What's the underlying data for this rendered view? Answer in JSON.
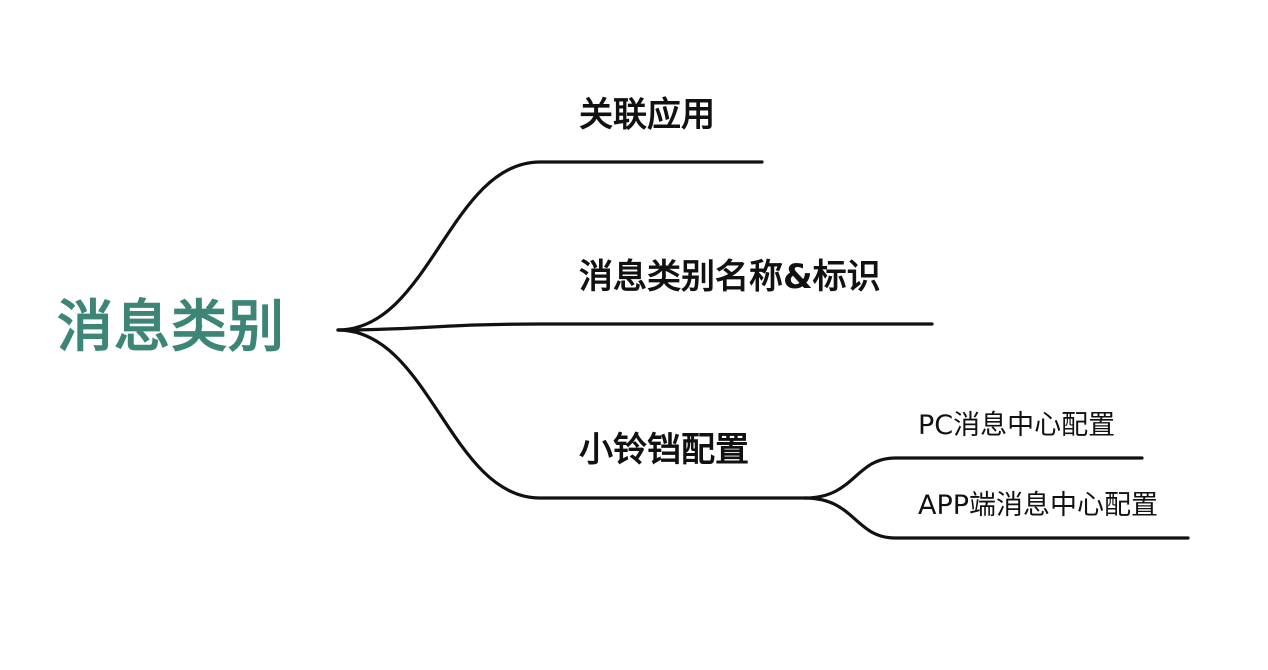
{
  "colors": {
    "root_text": "#3d8577",
    "text": "#111111",
    "line": "#111111",
    "background": "#ffffff"
  },
  "mindmap": {
    "root": "消息类别",
    "branches": [
      {
        "label": "关联应用"
      },
      {
        "label": "消息类别名称&标识"
      },
      {
        "label": "小铃铛配置",
        "children": [
          {
            "label": "PC消息中心配置"
          },
          {
            "label": "APP端消息中心配置"
          }
        ]
      }
    ]
  }
}
